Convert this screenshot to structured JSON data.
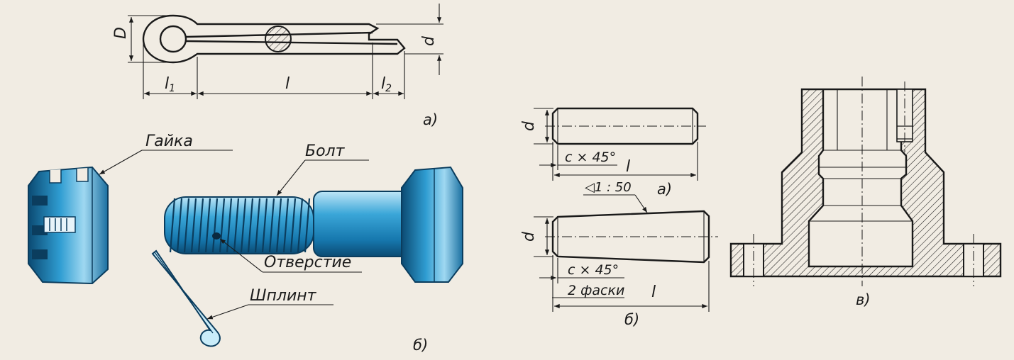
{
  "split_pin_drawing": {
    "dim_D": "D",
    "dim_d": "d",
    "dim_l1": "l",
    "dim_l1_sub": "1",
    "dim_l": "l",
    "dim_l2": "l",
    "dim_l2_sub": "2",
    "caption": "а)"
  },
  "assembly": {
    "nut_label": "Гайка",
    "bolt_label": "Болт",
    "hole_label": "Отверстие",
    "pin_label": "Шплинт",
    "caption": "б)"
  },
  "pin_drawings": {
    "cyl_dim_d": "d",
    "cyl_chamfer": "c × 45°",
    "cyl_dim_l": "l",
    "cyl_caption": "а)",
    "taper_label": "◁1 : 50",
    "taper_dim_d": "d",
    "taper_chamfer": "c × 45°",
    "taper_chamfers_note": "2 фаски",
    "taper_dim_l": "l",
    "caption": "б)"
  },
  "section_drawing": {
    "caption": "в)"
  },
  "colors": {
    "paper": "#f1ece3",
    "ink": "#1a1a1a",
    "steel_blue": "#1f8fc4",
    "steel_dark": "#0d4f7a"
  }
}
